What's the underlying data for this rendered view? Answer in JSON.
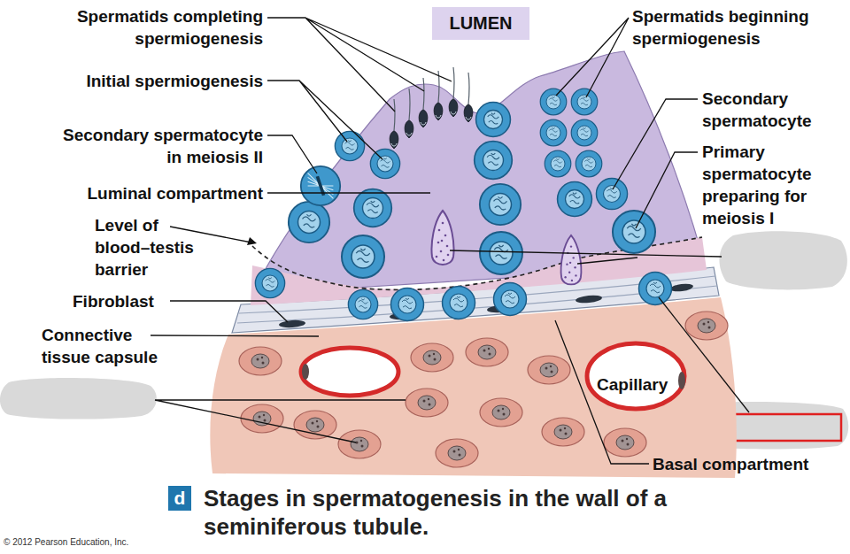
{
  "diagram": {
    "caption": "Stages in spermatogenesis in the wall of a seminiferous tubule.",
    "nodes": [
      {
        "text": [
          "LUMEN"
        ]
      },
      {
        "text": [
          "d"
        ]
      }
    ],
    "labels": [
      "Spermatids completing spermiogenesis",
      "Initial spermiogenesis",
      "Secondary spermatocyte in meiosis II",
      "Luminal compartment",
      "Level of blood–testis barrier",
      "Fibroblast",
      "Connective tissue capsule",
      "Spermatids beginning spermiogenesis",
      "Secondary spermatocyte",
      "Primary spermatocyte preparing for meiosis I",
      "Capillary",
      "Basal compartment",
      "© 2012 Pearson Education, Inc."
    ]
  }
}
